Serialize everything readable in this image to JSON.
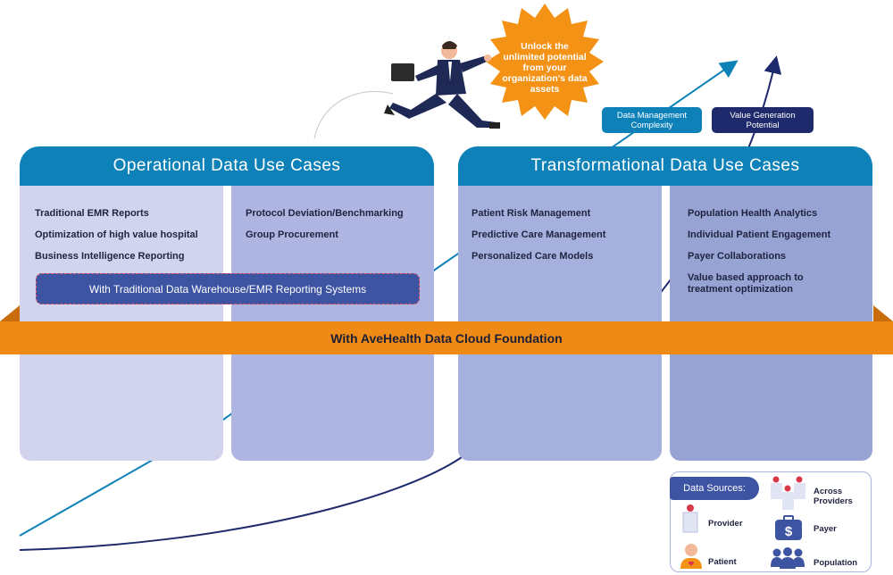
{
  "burst": {
    "lines": [
      "Unlock the",
      "unlimited potential",
      "from your",
      "organization's data",
      "assets"
    ]
  },
  "tags": {
    "complexity": {
      "lines": [
        "Data Management",
        "Complexity"
      ],
      "color": "#0e82b8"
    },
    "value": {
      "lines": [
        "Value Generation",
        "Potential"
      ],
      "color": "#1e2a6b"
    }
  },
  "headers": {
    "operational": "Operational Data Use Cases",
    "transformational": "Transformational Data Use Cases"
  },
  "columns": {
    "c1": [
      "Traditional EMR Reports",
      "Optimization of high value hospital",
      "Business Intelligence Reporting"
    ],
    "c2": [
      "Protocol Deviation/Benchmarking",
      "Group Procurement"
    ],
    "c3": [
      "Patient Risk Management",
      "Predictive Care Management",
      "Personalized Care Models"
    ],
    "c4": [
      "Population Health Analytics",
      "Individual Patient Engagement",
      "Payer Collaborations",
      "Value based approach to",
      "treatment optimization"
    ]
  },
  "warehouse_label": "With Traditional Data Warehouse/EMR Reporting Systems",
  "band_label": "With AveHealth Data Cloud Foundation",
  "legend": {
    "title": "Data Sources:",
    "provider": "Provider",
    "across": [
      "Across",
      "Providers"
    ],
    "payer": "Payer",
    "patient": "Patient",
    "population": "Population"
  },
  "colors": {
    "header": "#0e82b8",
    "band": "#ef8a17",
    "navy": "#1e2a6b",
    "warehouse": "#3d54a3",
    "burst": "#f39214"
  },
  "icons": [
    "hospital-icon",
    "hospitals-icon",
    "patient-icon",
    "population-icon",
    "payer-icon",
    "businessman-illustration"
  ]
}
